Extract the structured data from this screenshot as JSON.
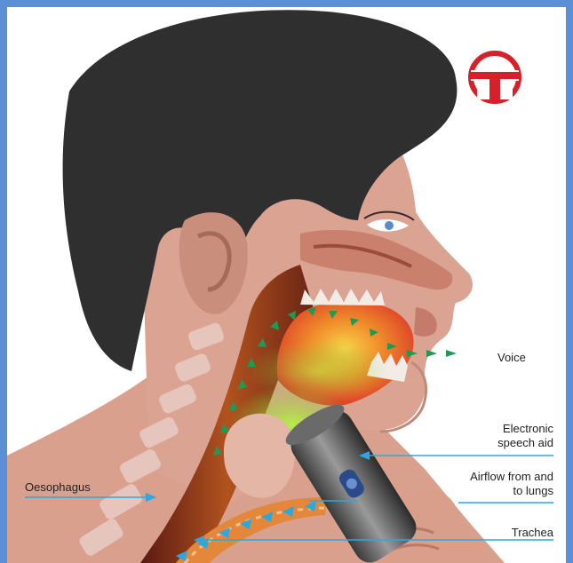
{
  "labels": {
    "voice": "Voice",
    "electronic_speech_aid": [
      "Electronic",
      "speech aid"
    ],
    "airflow": [
      "Airflow from and",
      "to lungs"
    ],
    "oesophagus": "Oesophagus",
    "trachea": "Trachea"
  },
  "logo": {
    "name": "brand-logo",
    "color": "#d6202a"
  },
  "colors": {
    "arrow_blue": "#2aa8df",
    "arrow_green": "#1f9a55",
    "hair": "#2f2f2f",
    "skin": "#d9a08e",
    "background": "#ffffff",
    "border": "#5b8fd6"
  }
}
